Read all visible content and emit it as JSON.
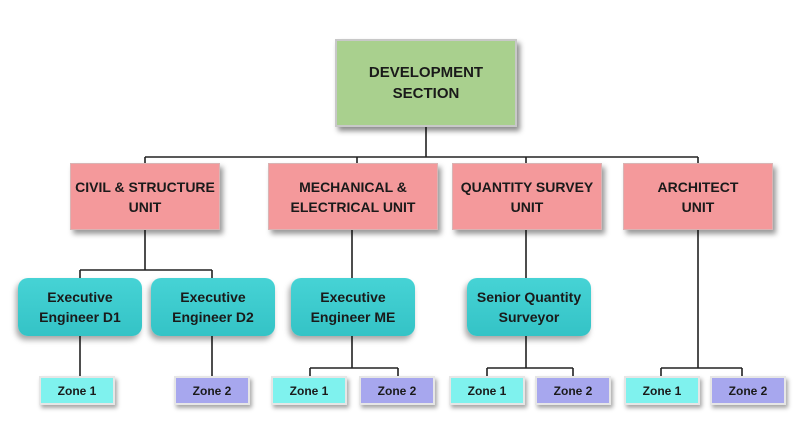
{
  "root": {
    "label": "DEVELOPMENT\nSECTION"
  },
  "units": [
    {
      "label": "CIVIL & STRUCTURE\nUNIT"
    },
    {
      "label": "MECHANICAL &\nELECTRICAL UNIT"
    },
    {
      "label": "QUANTITY SURVEY\nUNIT"
    },
    {
      "label": "ARCHITECT\nUNIT"
    }
  ],
  "engineers": [
    {
      "label": "Executive\nEngineer D1"
    },
    {
      "label": "Executive\nEngineer D2"
    },
    {
      "label": "Executive\nEngineer ME"
    },
    {
      "label": "Senior Quantity\nSurveyor"
    }
  ],
  "zones": [
    {
      "label": "Zone 1"
    },
    {
      "label": "Zone 2"
    },
    {
      "label": "Zone 1"
    },
    {
      "label": "Zone 2"
    },
    {
      "label": "Zone 1"
    },
    {
      "label": "Zone 2"
    },
    {
      "label": "Zone 1"
    },
    {
      "label": "Zone 2"
    }
  ],
  "colors": {
    "root": "#a9d08e",
    "unit": "#f4999b",
    "engineer": "#3fcbcd",
    "zone_1": "#7ff2ee",
    "zone_2": "#a7a7ee"
  }
}
